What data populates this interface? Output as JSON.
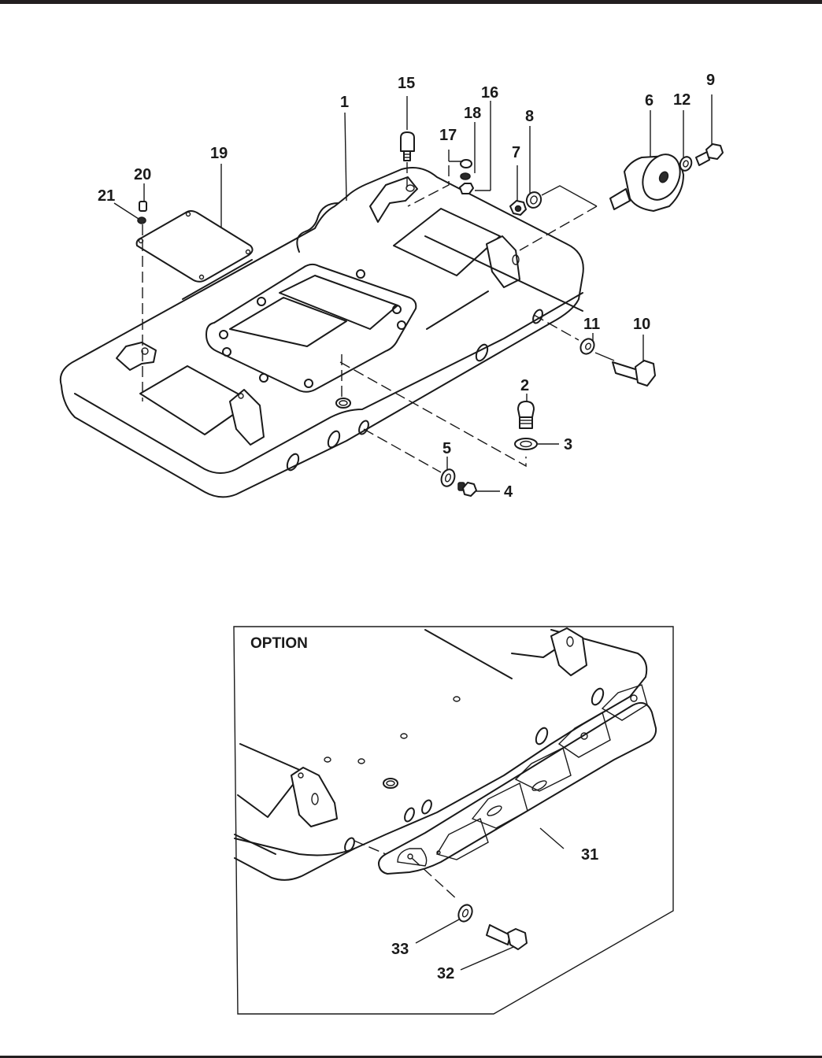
{
  "diagram": {
    "type": "exploded-parts-diagram",
    "subject": "oil pan / base assembly",
    "main_view": {
      "callouts": {
        "p1": "1",
        "p2": "2",
        "p3": "3",
        "p4": "4",
        "p5": "5",
        "p6": "6",
        "p7": "7",
        "p8": "8",
        "p9": "9",
        "p10": "10",
        "p11": "11",
        "p12": "12",
        "p15": "15",
        "p16": "16",
        "p17": "17",
        "p18": "18",
        "p19": "19",
        "p20": "20",
        "p21": "21"
      }
    },
    "option_view": {
      "title": "OPTION",
      "callouts": {
        "p31": "31",
        "p32": "32",
        "p33": "33"
      }
    }
  }
}
